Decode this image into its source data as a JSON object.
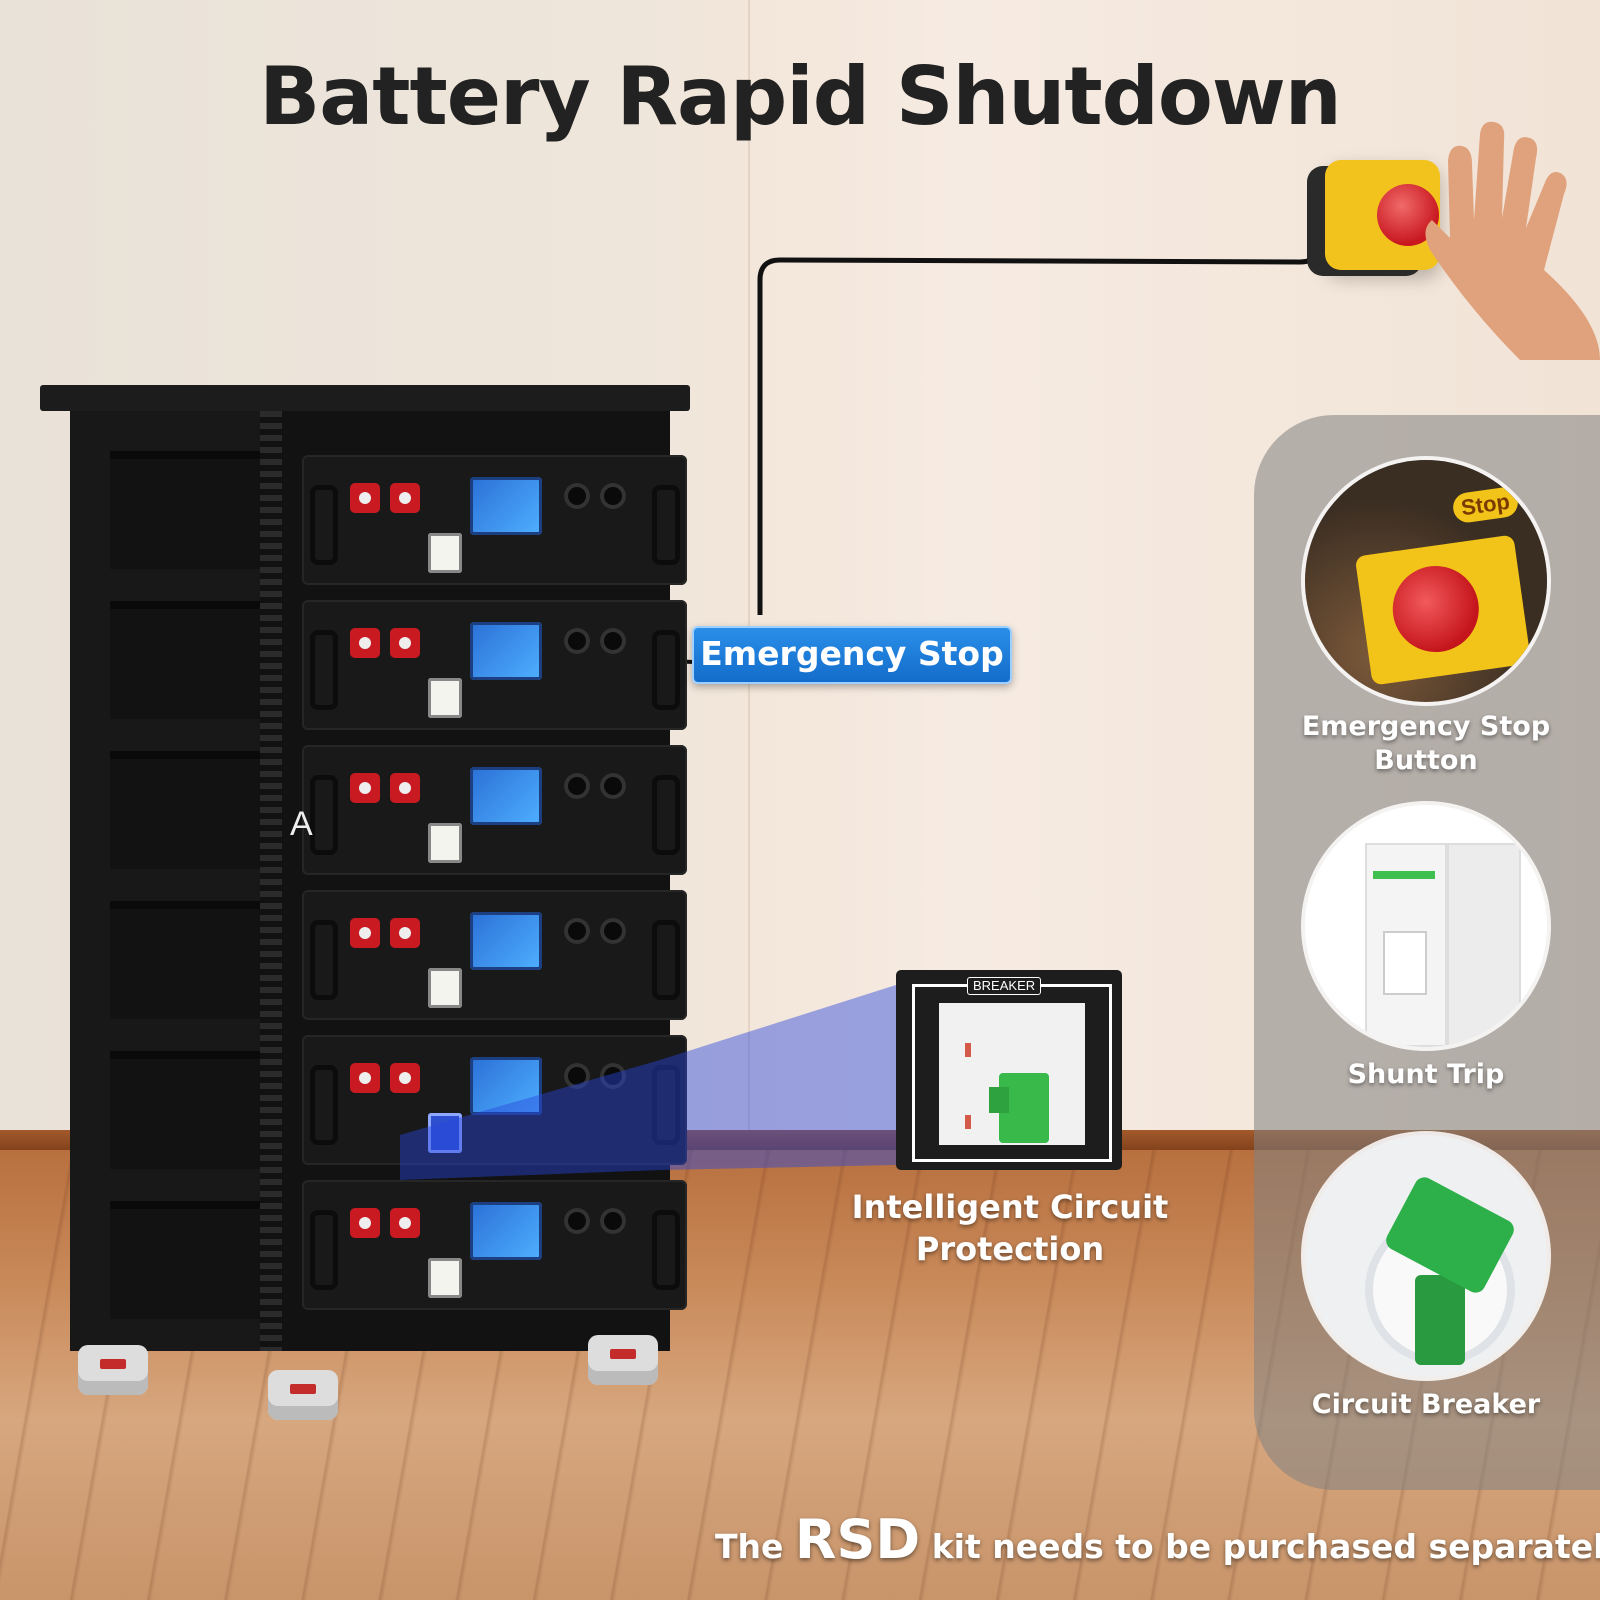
{
  "title": "Battery Rapid Shutdown",
  "rack_letter": "A",
  "emergency_stop_label": "Emergency Stop",
  "breaker_callout": {
    "tag": "BREAKER",
    "label": "Intelligent Circuit Protection"
  },
  "side_panel": {
    "items": [
      {
        "label": "Emergency Stop Button",
        "icon": "emergency-stop-button-photo",
        "sublabel": "Stop"
      },
      {
        "label": "Shunt Trip",
        "icon": "shunt-trip-photo"
      },
      {
        "label": "Circuit Breaker",
        "icon": "circuit-breaker-photo"
      }
    ]
  },
  "footer": {
    "prefix": "The",
    "highlight": "RSD",
    "suffix": "kit needs to be purchased separately."
  },
  "colors": {
    "callout_blue": "#136ccb",
    "estop_red": "#c4141c",
    "estop_yellow": "#f2c318",
    "breaker_green": "#2db04a"
  }
}
